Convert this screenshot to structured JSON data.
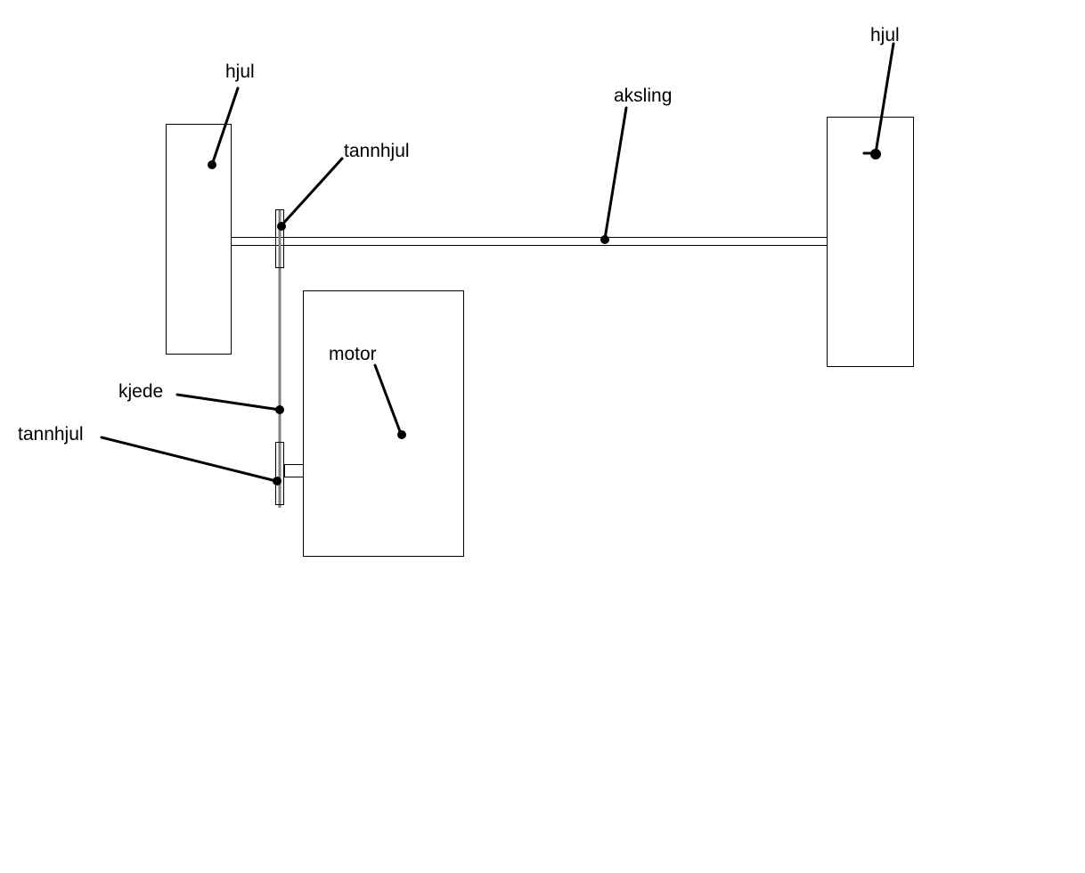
{
  "labels": {
    "wheel_left": "hjul",
    "wheel_right": "hjul",
    "axle": "aksling",
    "sprocket_top": "tannhjul",
    "sprocket_bottom": "tannhjul",
    "chain": "kjede",
    "motor": "motor"
  },
  "colors": {
    "outline": "#000000",
    "chain": "#808080",
    "background": "#ffffff"
  }
}
